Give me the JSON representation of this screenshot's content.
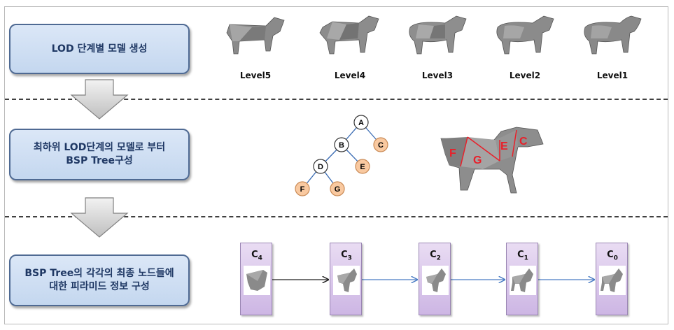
{
  "steps": [
    {
      "text": "LOD 단계별 모델 생성"
    },
    {
      "text": "최하위 LOD단계의 모델로 부터\nBSP Tree구성"
    },
    {
      "text": "BSP Tree의 각각의 최종 노드들에\n대한 피라미드 정보 구성"
    }
  ],
  "levels": [
    "Level5",
    "Level4",
    "Level3",
    "Level2",
    "Level1"
  ],
  "tree": {
    "nodes": [
      "A",
      "B",
      "C",
      "D",
      "E",
      "F",
      "G"
    ],
    "leaf_color": "#f9c9a0",
    "internal_color": "#ffffff"
  },
  "cow_regions": [
    "F",
    "G",
    "E",
    "C"
  ],
  "pyramids": [
    {
      "base": "C",
      "sub": "4"
    },
    {
      "base": "C",
      "sub": "3"
    },
    {
      "base": "C",
      "sub": "2"
    },
    {
      "base": "C",
      "sub": "1"
    },
    {
      "base": "C",
      "sub": "0"
    }
  ],
  "colors": {
    "step_border": "#4f6a93",
    "step_text": "#1f3864",
    "pyramid_fill": "#d9c6ea",
    "link_blue": "#4a7cc4",
    "region_red": "#e8202a"
  }
}
